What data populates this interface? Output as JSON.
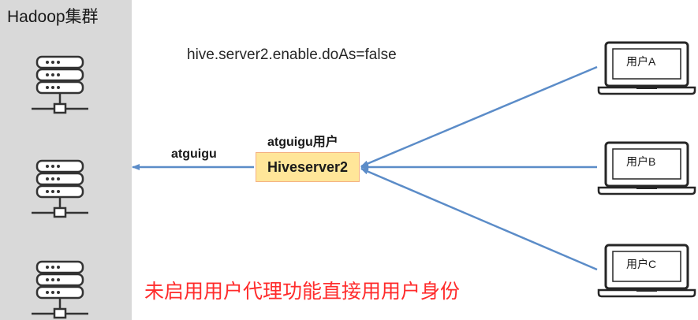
{
  "cluster": {
    "title": "Hadoop集群",
    "servers": [
      "server-icon",
      "server-icon",
      "server-icon"
    ]
  },
  "config": {
    "text": "hive.server2.enable.doAs=false"
  },
  "hiveserver": {
    "label": "Hiveserver2",
    "user_label": "atguigu用户"
  },
  "arrow_to_cluster": {
    "label": "atguigu"
  },
  "clients": [
    {
      "label": "用户A",
      "icon": "laptop-icon"
    },
    {
      "label": "用户B",
      "icon": "laptop-icon"
    },
    {
      "label": "用户C",
      "icon": "laptop-icon"
    }
  ],
  "caption": {
    "text": "未启用用户代理功能直接用用户身份"
  },
  "colors": {
    "cluster_bg": "#d9d9d9",
    "hiveserver_fill": "#ffe699",
    "hiveserver_border": "#f4b183",
    "arrow": "#5b8cc8",
    "caption": "#ff2b2b"
  }
}
